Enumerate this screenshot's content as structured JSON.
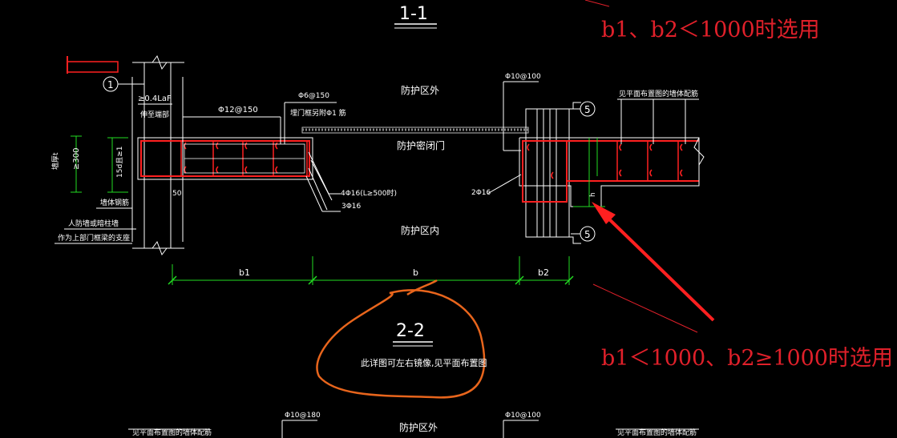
{
  "colors": {
    "background": "#000000",
    "line_white": "#ffffff",
    "rebar_red": "#ff2020",
    "dim_green": "#22dd22",
    "annotation_red": "#e0202a",
    "orange_markup": "#e8651c",
    "hatch_gray": "#bbbbbb"
  },
  "section_titles": {
    "top": "1-1",
    "middle": "2-2"
  },
  "annotations": {
    "note_top_right": "b1、b2＜1000时选用",
    "note_bottom_right": "b1＜1000、b2≥1000时选用",
    "mirror_note": "此详图可左右镜像,见平面布置图"
  },
  "zones": {
    "outside": "防护区外",
    "door": "防护密闭门",
    "inside": "防护区内",
    "outside_bottom": "防护区外"
  },
  "labels": {
    "anchor_len": "≥0.4LaF",
    "extend_to_end": "伸至端部",
    "stirrup_top": "Φ12@150",
    "distrib_bar": "Φ6@150",
    "door_frame_bar": "埋门框另附Φ1 筋",
    "rebar_4": "4Φ16(L≥500时)",
    "rebar_3": "3Φ16",
    "rebar_2": "2Φ16",
    "stirrup_right_top": "Φ10@100",
    "right_wall_note": "见平面布置图的墙体配筋",
    "wall_note_1": "人防墙或暗柱墙",
    "wall_note_2": "作为上部门框梁的支座",
    "wall_rebar": "墙体钢筋",
    "dim_300": "≥300",
    "dim_15d": "15d且≥1",
    "dim_50": "50",
    "wall_thick": "墙厚t",
    "h_label": "h",
    "circle_1": "1",
    "circle_5a": "5",
    "circle_5b": "5",
    "bottom_left_note": "见平面布置图的墙体配筋",
    "bottom_right_note": "见平面布置图的墙体配筋",
    "bottom_stirrup_left": "Φ10@180",
    "bottom_stirrup_right": "Φ10@100"
  },
  "dimensions": {
    "b1": "b1",
    "b": "b",
    "b2": "b2"
  }
}
